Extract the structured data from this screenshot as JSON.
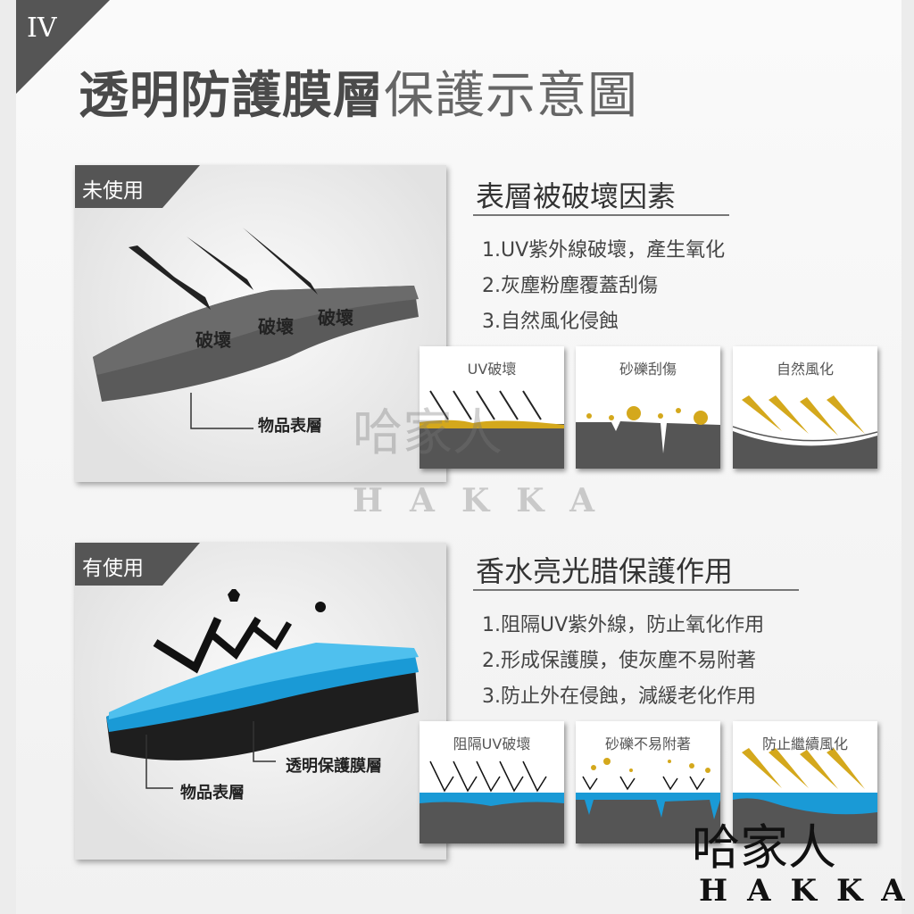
{
  "section_number": "IV",
  "title": {
    "bold": "透明防護膜層",
    "light": "保護示意圖"
  },
  "unused": {
    "tab": "未使用",
    "damage_labels": [
      "破壞",
      "破壞",
      "破壞"
    ],
    "surface_label": "物品表層",
    "heading": "表層被破壞因素",
    "items": [
      "1.UV紫外線破壞，產生氧化",
      "2.灰塵粉塵覆蓋刮傷",
      "3.自然風化侵蝕"
    ],
    "cards": [
      "UV破壞",
      "砂礫刮傷",
      "自然風化"
    ]
  },
  "used": {
    "tab": "有使用",
    "film_label": "透明保護膜層",
    "surface_label": "物品表層",
    "heading": "香水亮光腊保護作用",
    "items": [
      "1.阻隔UV紫外線，防止氧化作用",
      "2.形成保護膜，使灰塵不易附著",
      "3.防止外在侵蝕，減緩老化作用"
    ],
    "cards": [
      "阻隔UV破壞",
      "砂礫不易附著",
      "防止繼續風化"
    ]
  },
  "watermark": {
    "chinese": "哈家人",
    "latin": "HAKKA"
  },
  "colors": {
    "dark": "#555555",
    "blue": "#1a9ad6",
    "gold": "#d4a81c"
  }
}
